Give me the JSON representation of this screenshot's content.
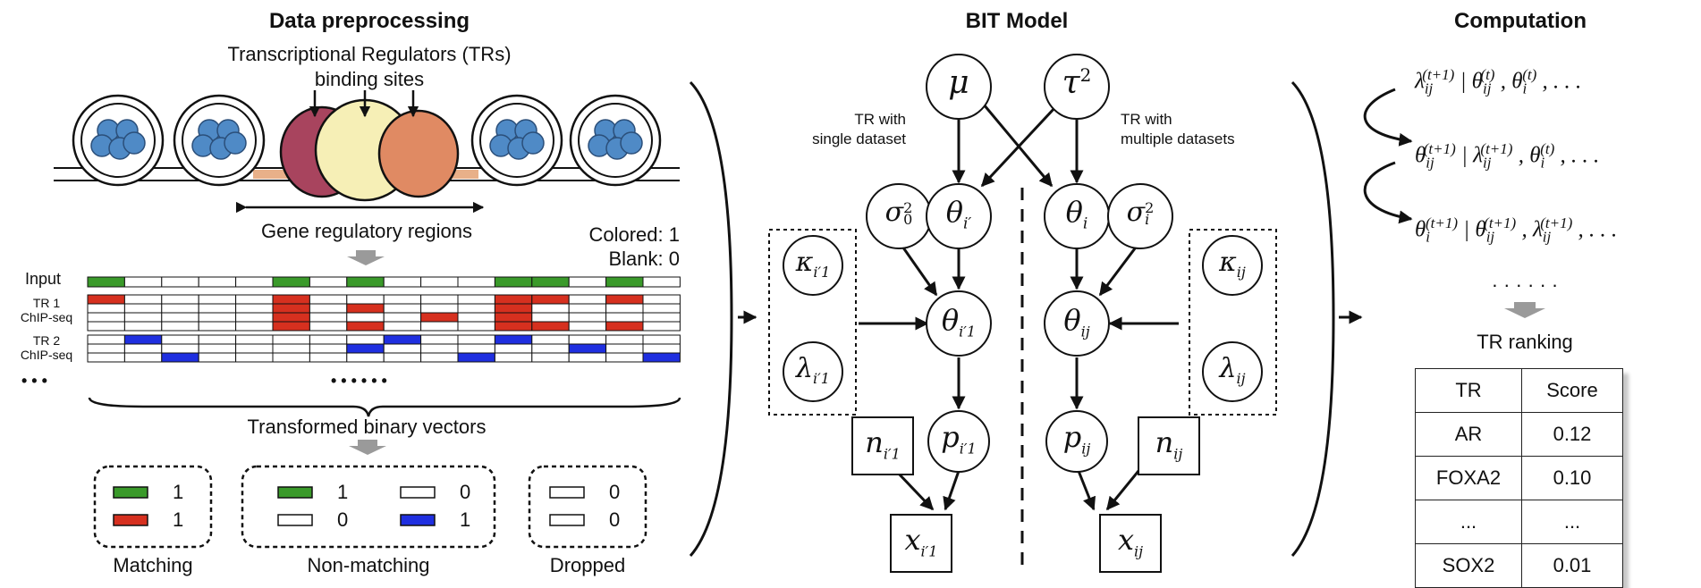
{
  "panels": {
    "preprocessing": {
      "title": "Data preprocessing",
      "tr_sites_line1": "Transcriptional Regulators (TRs)",
      "tr_sites_line2": "binding sites",
      "gene_regions": "Gene regulatory regions",
      "legend_colored": "Colored: 1",
      "legend_blank": "Blank: 0",
      "row_input": "Input",
      "row_tr1_a": "TR 1",
      "row_tr1_b": "ChIP-seq",
      "row_tr2_a": "TR 2",
      "row_tr2_b": "ChIP-seq",
      "ellipsis_left": "• • •",
      "ellipsis_mid": "• • •   • • •",
      "transformed": "Transformed binary vectors",
      "matching": "Matching",
      "non_matching": "Non-matching",
      "dropped": "Dropped",
      "val_one": "1",
      "val_zero": "0"
    },
    "model": {
      "title": "BIT Model",
      "single_line1": "TR with",
      "single_line2": "single dataset",
      "multi_line1": "TR with",
      "multi_line2": "multiple datasets"
    },
    "computation": {
      "title": "Computation",
      "dots": "· · · · · ·",
      "ranking_title": "TR ranking",
      "table_headers": [
        "TR",
        "Score"
      ],
      "table_rows": [
        [
          "AR",
          "0.12"
        ],
        [
          "FOXA2",
          "0.10"
        ],
        [
          "...",
          "..."
        ],
        [
          "SOX2",
          "0.01"
        ]
      ]
    }
  },
  "colors": {
    "green": "#3a9a2a",
    "red": "#d6301f",
    "blue": "#1f2fe0",
    "nucleosome_blue": "#4f8ac6",
    "tf_purple": "#a8445e",
    "tf_yellow": "#f6efb6",
    "tf_orange": "#e08a63",
    "dna_tan": "#e8b089"
  },
  "binary_matrix": {
    "input": [
      1,
      0,
      0,
      0,
      0,
      1,
      0,
      1,
      0,
      0,
      0,
      1,
      1,
      0,
      1,
      0
    ],
    "tr1": [
      [
        2,
        0,
        0,
        0,
        0,
        2,
        0,
        0,
        0,
        0,
        0,
        2,
        2,
        0,
        2,
        0
      ],
      [
        0,
        0,
        0,
        0,
        0,
        2,
        0,
        2,
        0,
        0,
        0,
        2,
        0,
        0,
        0,
        0
      ],
      [
        0,
        0,
        0,
        0,
        0,
        2,
        0,
        0,
        0,
        2,
        0,
        2,
        0,
        0,
        0,
        0
      ],
      [
        0,
        0,
        0,
        0,
        0,
        2,
        0,
        2,
        0,
        0,
        0,
        2,
        2,
        0,
        2,
        0
      ]
    ],
    "tr2": [
      [
        0,
        3,
        0,
        0,
        0,
        0,
        0,
        0,
        3,
        0,
        0,
        3,
        0,
        0,
        0,
        0
      ],
      [
        0,
        0,
        0,
        0,
        0,
        0,
        0,
        3,
        0,
        0,
        0,
        0,
        0,
        3,
        0,
        0
      ],
      [
        0,
        0,
        3,
        0,
        0,
        0,
        0,
        0,
        0,
        0,
        3,
        0,
        0,
        0,
        0,
        3
      ]
    ]
  }
}
